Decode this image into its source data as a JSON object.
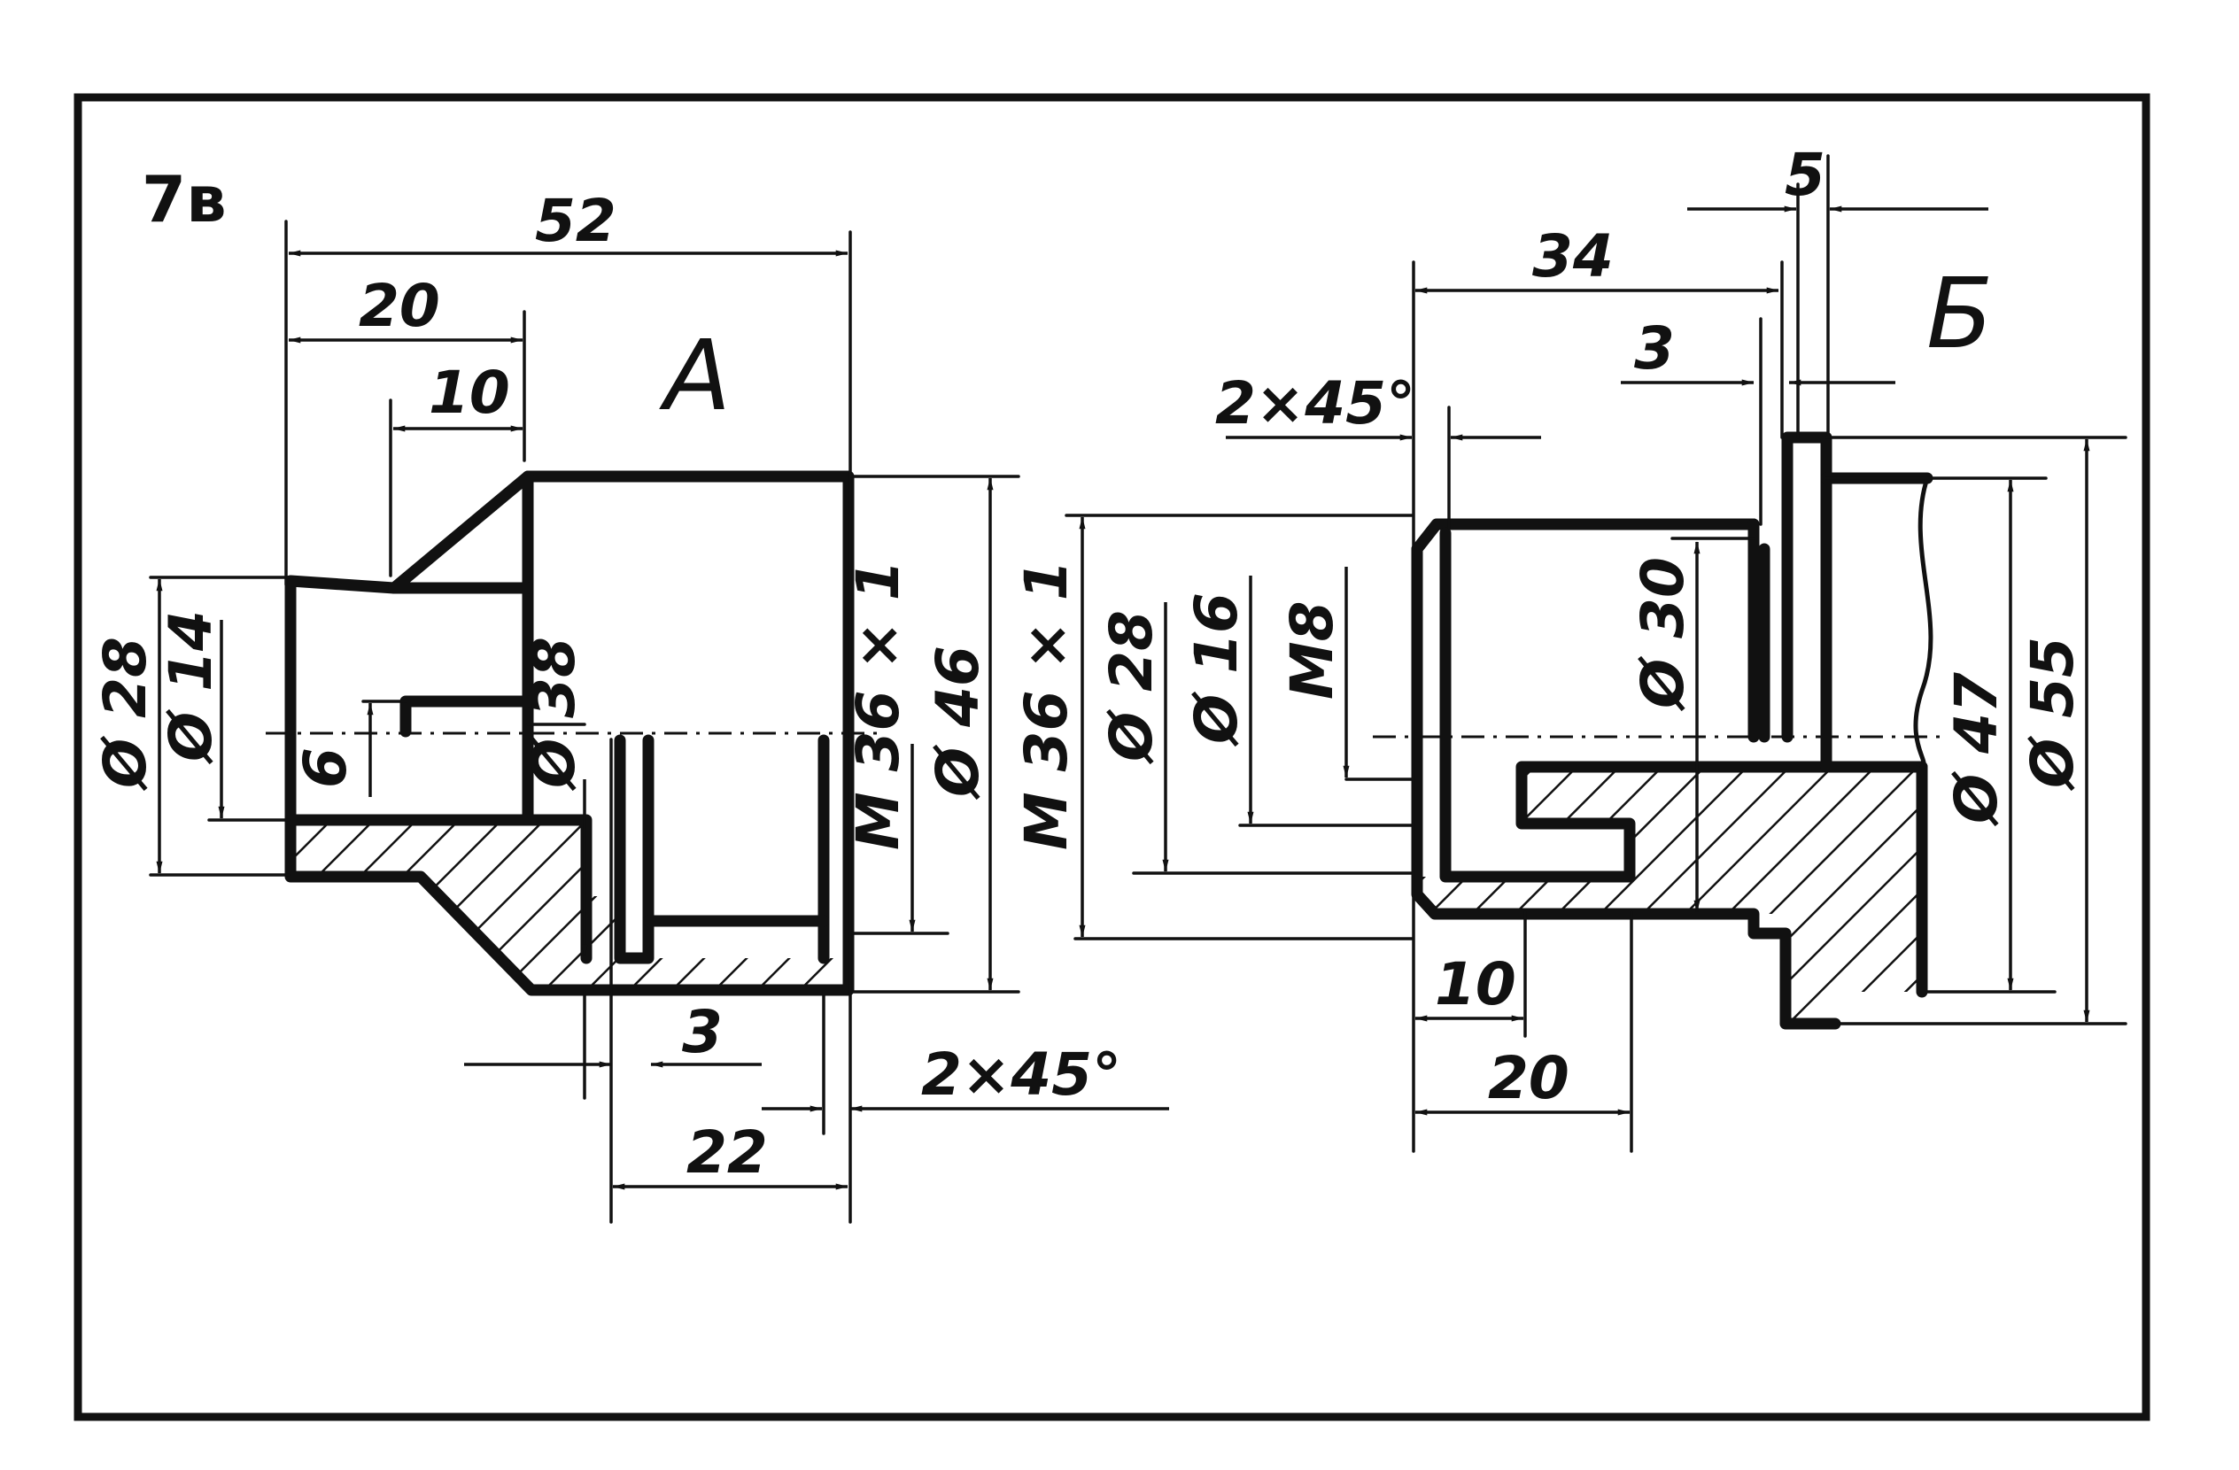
{
  "sheet": {
    "label": "7в",
    "views": {
      "a": {
        "title": "А"
      },
      "b": {
        "title": "Б"
      }
    }
  },
  "dimensions_a": {
    "d52": "52",
    "d20": "20",
    "d10": "10",
    "d6": "6",
    "dia28": "Ø 28",
    "dia14": "Ø 14",
    "dia38": "Ø 38",
    "m36": "M 36 × 1",
    "dia46": "Ø 46",
    "d3": "3",
    "ch": "2×45°",
    "d22": "22"
  },
  "dimensions_b": {
    "d34": "34",
    "d5": "5",
    "d3": "3",
    "ch": "2×45°",
    "m36": "M 36 × 1",
    "dia28": "Ø 28",
    "dia16": "Ø 16",
    "m8": "M8",
    "dia30": "Ø 30",
    "dia47": "Ø 47",
    "dia55": "Ø 55",
    "d10": "10",
    "d20": "20"
  },
  "colors": {
    "ink": "#111111",
    "paper": "#ffffff"
  }
}
